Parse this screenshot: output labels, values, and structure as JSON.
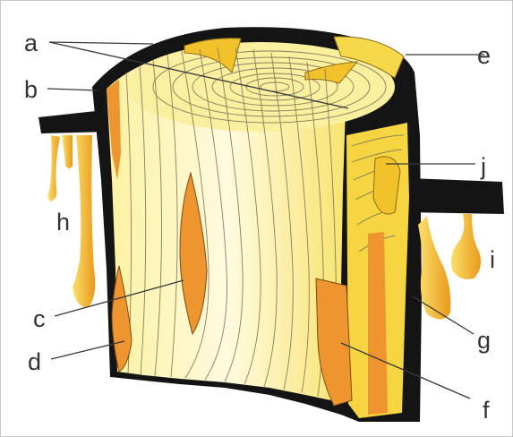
{
  "labels": {
    "a": "a",
    "b": "b",
    "c": "c",
    "d": "d",
    "e": "e",
    "f": "f",
    "g": "g",
    "h": "h",
    "i": "i",
    "j": "j"
  },
  "colors": {
    "bark": "#141414",
    "wood_light": "#fbf6c4",
    "wood_yellow": "#f6de52",
    "wood_orange": "#ef9530",
    "resin": "#f3b225",
    "background": "#ffffff"
  }
}
